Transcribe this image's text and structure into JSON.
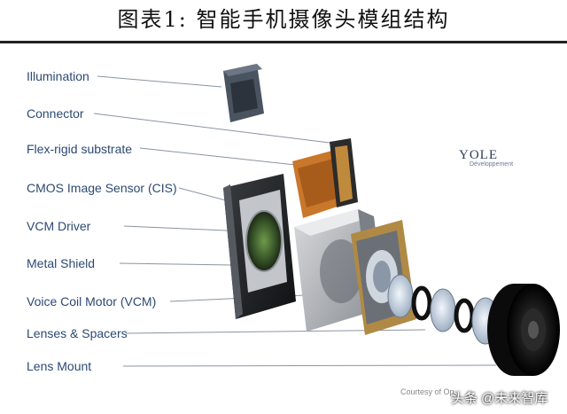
{
  "title": "图表1:   智能手机摄像头模组结构",
  "labels": [
    "Illumination",
    "Connector",
    "Flex-rigid substrate",
    "CMOS Image Sensor (CIS)",
    "VCM Driver",
    "Metal Shield",
    "Voice Coil Motor (VCM)",
    "Lenses & Spacers",
    "Lens Mount"
  ],
  "logo": {
    "main": "YOLE",
    "sub": "Développement"
  },
  "courtesy": "Courtesy of Op",
  "watermark": "头条 @未来智库"
}
